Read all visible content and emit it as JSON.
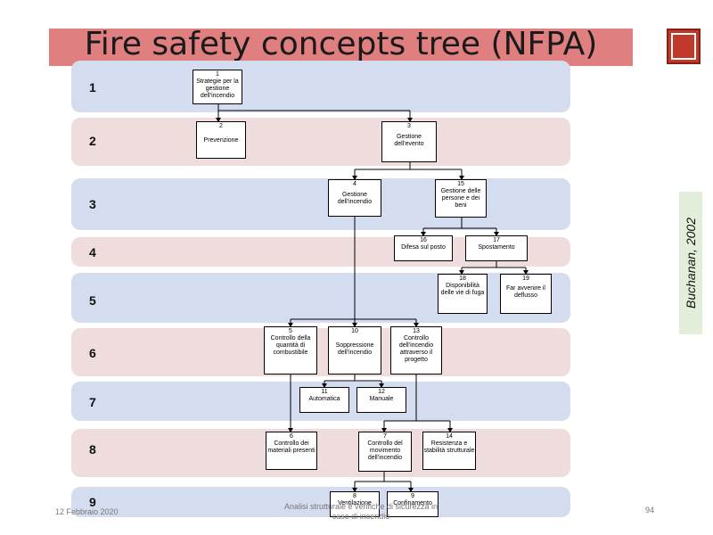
{
  "title": "Fire safety concepts tree (NFPA)",
  "side_label": "Buchanan, 2002",
  "footer": {
    "date": "12 Febbraio 2020",
    "center_line1": "Analisi strutturale e verifiche di sicurezza in",
    "center_line2": "caso di incendio",
    "page": "94"
  },
  "levels": [
    "1",
    "2",
    "3",
    "4",
    "5",
    "6",
    "7",
    "8",
    "9"
  ],
  "nodes": [
    {
      "num": "1",
      "label": "Strategie per la gestione dell'incendio"
    },
    {
      "num": "2",
      "label": "Prevenzione"
    },
    {
      "num": "3",
      "label": "Gestione dell'evento"
    },
    {
      "num": "4",
      "label": "Gestione dell'incendio"
    },
    {
      "num": "15",
      "label": "Gestione delle persone e dei beni"
    },
    {
      "num": "16",
      "label": "Difesa sul posto"
    },
    {
      "num": "17",
      "label": "Spostamento"
    },
    {
      "num": "18",
      "label": "Disponibilità delle vie di fuga"
    },
    {
      "num": "19",
      "label": "Far avvenire il deflusso"
    },
    {
      "num": "5",
      "label": "Controllo della quantità di combustibile"
    },
    {
      "num": "10",
      "label": "Soppressione dell'incendio"
    },
    {
      "num": "13",
      "label": "Controllo dell'incendio attraverso il progetto"
    },
    {
      "num": "11",
      "label": "Automatica"
    },
    {
      "num": "12",
      "label": "Manuale"
    },
    {
      "num": "6",
      "label": "Controllo dei materiali presenti"
    },
    {
      "num": "7",
      "label": "Controllo del movimento dell'incendio"
    },
    {
      "num": "14",
      "label": "Resistenza e stabilità strutturale"
    },
    {
      "num": "8",
      "label": "Ventilazione"
    },
    {
      "num": "9",
      "label": "Confinamento"
    }
  ]
}
